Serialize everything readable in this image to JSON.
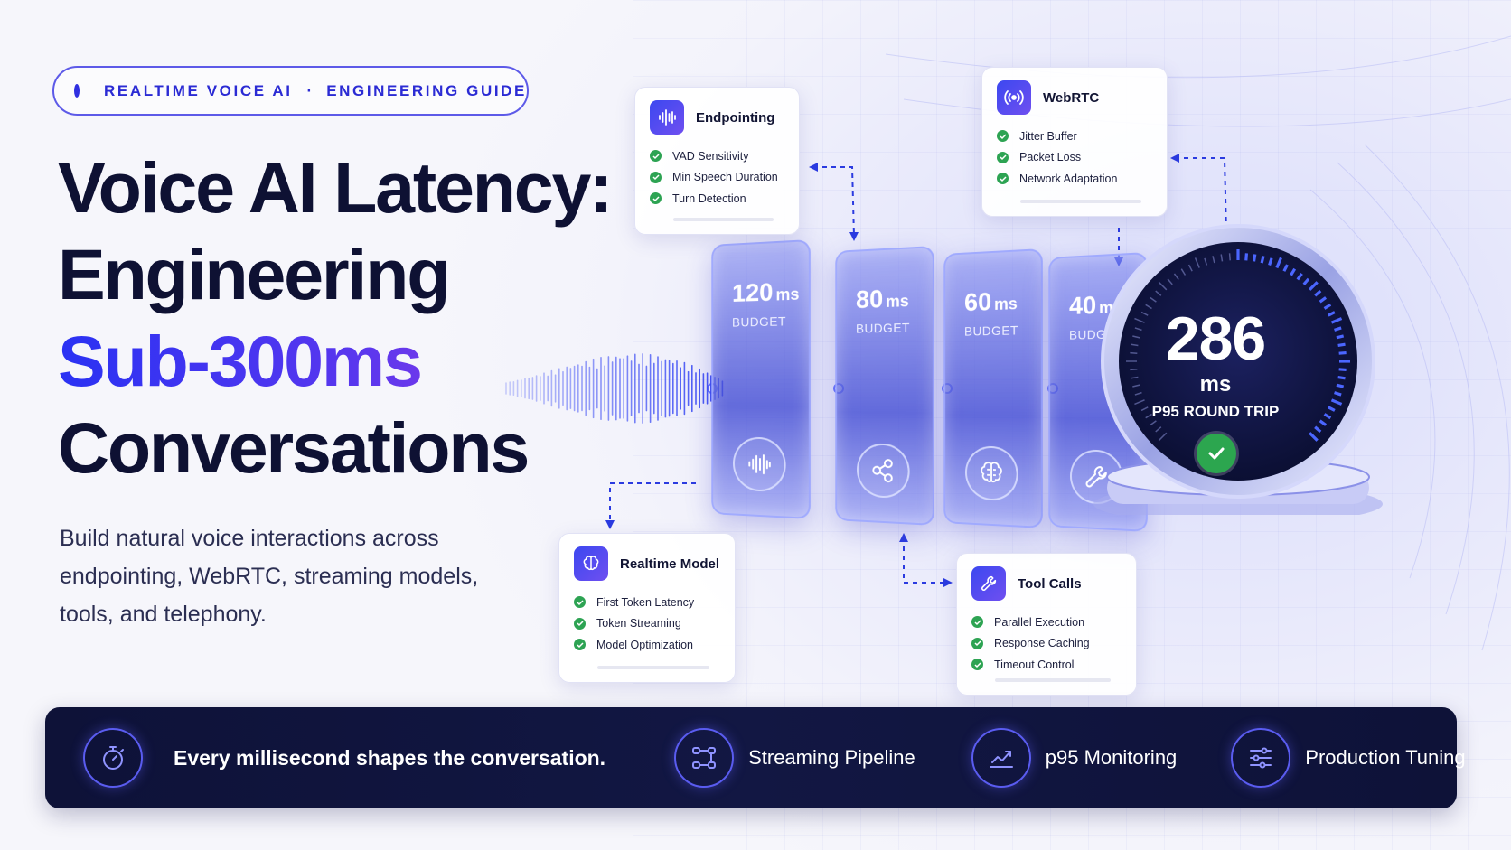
{
  "badge": {
    "left": "REALTIME VOICE AI",
    "separator": "·",
    "right": "ENGINEERING GUIDE"
  },
  "headline": {
    "line1": "Voice AI Latency:",
    "line2": "Engineering",
    "line3": "Sub-300ms",
    "line4": "Conversations"
  },
  "subtitle": "Build natural voice interactions across endpointing, WebRTC, streaming models, tools, and telephony.",
  "cards": {
    "endpointing": {
      "title": "Endpointing",
      "items": [
        "VAD Sensitivity",
        "Min Speech Duration",
        "Turn Detection"
      ]
    },
    "webrtc": {
      "title": "WebRTC",
      "items": [
        "Jitter Buffer",
        "Packet Loss",
        "Network Adaptation"
      ]
    },
    "realtime_model": {
      "title": "Realtime Model",
      "items": [
        "First Token Latency",
        "Token Streaming",
        "Model Optimization"
      ]
    },
    "tool_calls": {
      "title": "Tool Calls",
      "items": [
        "Parallel Execution",
        "Response Caching",
        "Timeout Control"
      ]
    }
  },
  "panels": [
    {
      "value": "120",
      "unit": "ms",
      "label": "BUDGET",
      "icon": "waveform-icon"
    },
    {
      "value": "80",
      "unit": "ms",
      "label": "BUDGET",
      "icon": "share-icon"
    },
    {
      "value": "60",
      "unit": "ms",
      "label": "BUDGET",
      "icon": "brain-icon"
    },
    {
      "value": "40",
      "unit": "ms",
      "label": "BUDGET",
      "icon": "wrench-icon"
    }
  ],
  "gauge": {
    "value": "286",
    "unit": "ms",
    "label": "P95 ROUND TRIP",
    "fill_fraction": 0.5
  },
  "banner": {
    "tagline": "Every millisecond shapes the conversation.",
    "items": [
      "Streaming Pipeline",
      "p95 Monitoring",
      "Production Tuning"
    ]
  },
  "colors": {
    "accent": "#2f2fe0",
    "navy": "#0e1238",
    "success": "#2da353",
    "headline_gradient_start": "#2a32f3",
    "headline_gradient_end": "#a33be2"
  }
}
